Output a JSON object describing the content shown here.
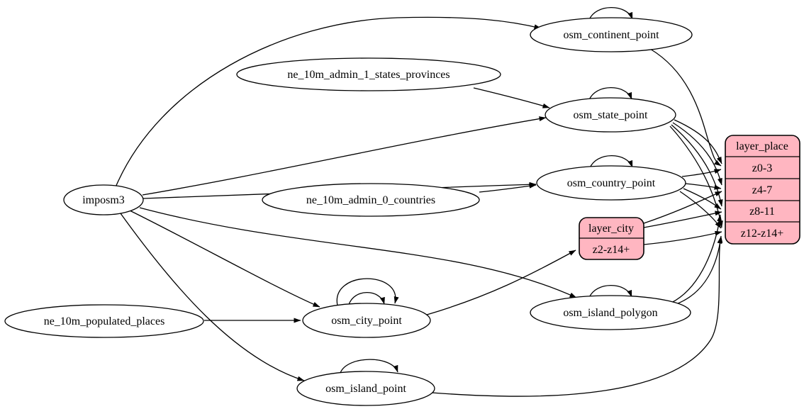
{
  "diagram": {
    "kind": "etl-graph",
    "colors": {
      "background": "#ffffff",
      "node_fill": "#ffffff",
      "record_fill": "#ffb6c1",
      "edge": "#000000",
      "text": "#000000"
    },
    "nodes": {
      "imposm3": "imposm3",
      "ne_10m_admin_1_states_provinces": "ne_10m_admin_1_states_provinces",
      "ne_10m_admin_0_countries": "ne_10m_admin_0_countries",
      "ne_10m_populated_places": "ne_10m_populated_places",
      "osm_continent_point": "osm_continent_point",
      "osm_state_point": "osm_state_point",
      "osm_country_point": "osm_country_point",
      "osm_city_point": "osm_city_point",
      "osm_island_polygon": "osm_island_polygon",
      "osm_island_point": "osm_island_point"
    },
    "records": {
      "layer_city": {
        "title": "layer_city",
        "rows": [
          "z2-z14+"
        ]
      },
      "layer_place": {
        "title": "layer_place",
        "rows": [
          "z0-3",
          "z4-7",
          "z8-11",
          "z12-z14+"
        ]
      }
    },
    "edges": [
      {
        "from": "imposm3",
        "to": "osm_continent_point"
      },
      {
        "from": "imposm3",
        "to": "osm_state_point"
      },
      {
        "from": "imposm3",
        "to": "osm_country_point"
      },
      {
        "from": "imposm3",
        "to": "osm_city_point"
      },
      {
        "from": "imposm3",
        "to": "osm_island_polygon"
      },
      {
        "from": "imposm3",
        "to": "osm_island_point"
      },
      {
        "from": "ne_10m_admin_1_states_provinces",
        "to": "osm_state_point"
      },
      {
        "from": "ne_10m_admin_0_countries",
        "to": "osm_country_point"
      },
      {
        "from": "ne_10m_populated_places",
        "to": "osm_city_point"
      },
      {
        "from": "osm_continent_point",
        "to": "osm_continent_point"
      },
      {
        "from": "osm_state_point",
        "to": "osm_state_point"
      },
      {
        "from": "osm_country_point",
        "to": "osm_country_point"
      },
      {
        "from": "osm_city_point",
        "to": "osm_city_point"
      },
      {
        "from": "osm_city_point",
        "to": "osm_city_point"
      },
      {
        "from": "osm_island_polygon",
        "to": "osm_island_polygon"
      },
      {
        "from": "osm_island_point",
        "to": "osm_island_point"
      },
      {
        "from": "osm_continent_point",
        "to": "layer_place.z0-3"
      },
      {
        "from": "osm_state_point",
        "to": "layer_place.z0-3"
      },
      {
        "from": "osm_state_point",
        "to": "layer_place.z4-7"
      },
      {
        "from": "osm_state_point",
        "to": "layer_place.z8-11"
      },
      {
        "from": "osm_state_point",
        "to": "layer_place.z12-z14+"
      },
      {
        "from": "osm_country_point",
        "to": "layer_place.z0-3"
      },
      {
        "from": "osm_country_point",
        "to": "layer_place.z4-7"
      },
      {
        "from": "osm_country_point",
        "to": "layer_place.z8-11"
      },
      {
        "from": "osm_country_point",
        "to": "layer_place.z12-z14+"
      },
      {
        "from": "osm_city_point",
        "to": "layer_city.z2-z14+"
      },
      {
        "from": "layer_city",
        "to": "layer_place.z4-7"
      },
      {
        "from": "layer_city",
        "to": "layer_place.z8-11"
      },
      {
        "from": "layer_city",
        "to": "layer_place.z12-z14+"
      },
      {
        "from": "osm_island_polygon",
        "to": "layer_place.z8-11"
      },
      {
        "from": "osm_island_polygon",
        "to": "layer_place.z12-z14+"
      },
      {
        "from": "osm_island_point",
        "to": "layer_place.z12-z14+"
      }
    ]
  }
}
